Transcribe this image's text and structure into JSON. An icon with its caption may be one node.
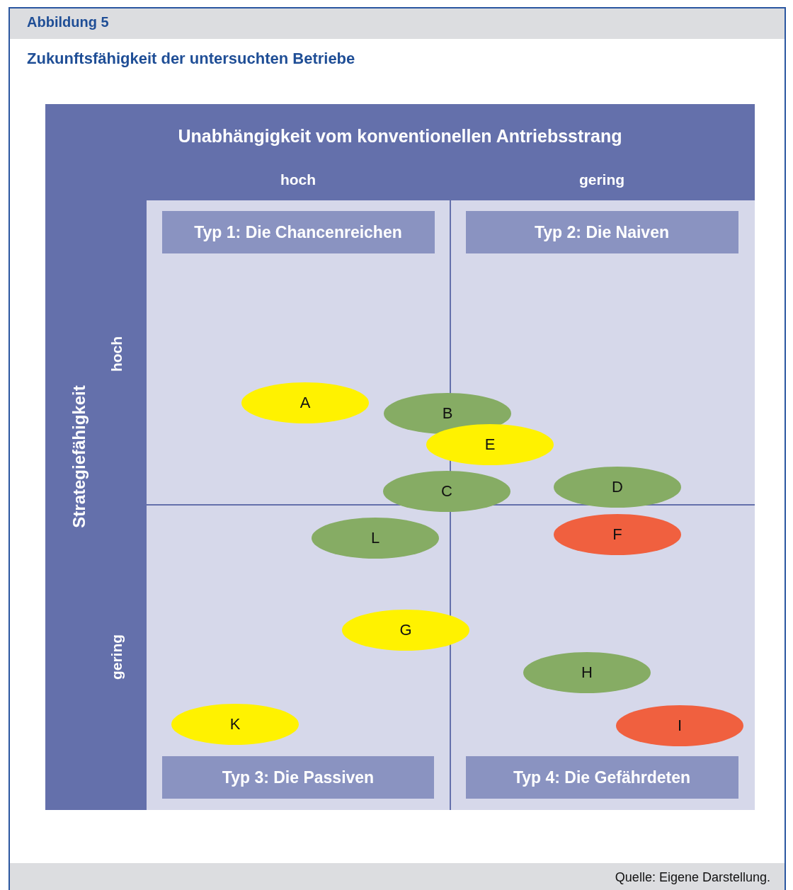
{
  "diagram": {
    "title": "Zukunftsfähigkeit der untersuchten Betriebe",
    "caption": "Quelle: Eigene Darstellung.",
    "nodes": [
      {
        "text": [
          "Typ 1: Die Chancenreichen"
        ]
      },
      {
        "text": [
          "Typ 2: Die Naiven"
        ]
      },
      {
        "text": [
          "A"
        ]
      },
      {
        "text": [
          "B"
        ]
      },
      {
        "text": [
          "E"
        ]
      },
      {
        "text": [
          "D"
        ]
      },
      {
        "text": [
          "C"
        ]
      },
      {
        "text": [
          "L"
        ]
      },
      {
        "text": [
          "F"
        ]
      },
      {
        "text": [
          "G"
        ]
      },
      {
        "text": [
          "H"
        ]
      },
      {
        "text": [
          "K"
        ]
      },
      {
        "text": [
          "I"
        ]
      },
      {
        "text": [
          "Typ 3: Die Passiven"
        ]
      },
      {
        "text": [
          "Typ 4: Die Gefährdeten"
        ]
      }
    ],
    "labels": [
      "Abbildung 5",
      "Unabhängigkeit vom konventionellen Antriebsstrang",
      "hoch",
      "gering",
      "Strategiefähigkeit",
      "hoch",
      "gering"
    ]
  }
}
